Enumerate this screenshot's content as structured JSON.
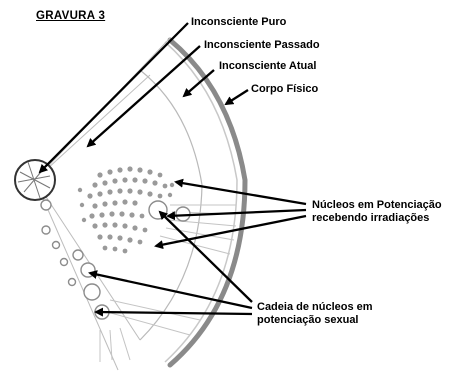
{
  "title": "GRAVURA 3",
  "labels": {
    "inconsciente_puro": "Inconsciente Puro",
    "inconsciente_passado": "Inconsciente Passado",
    "inconsciente_atual": "Inconsciente Atual",
    "corpo_fisico": "Corpo Físico",
    "nucleos_line1": "Núcleos em Potenciação",
    "nucleos_line2": "recebendo irradiações",
    "cadeia_line1": "Cadeia de núcleos em",
    "cadeia_line2": "potenciação sexual"
  }
}
